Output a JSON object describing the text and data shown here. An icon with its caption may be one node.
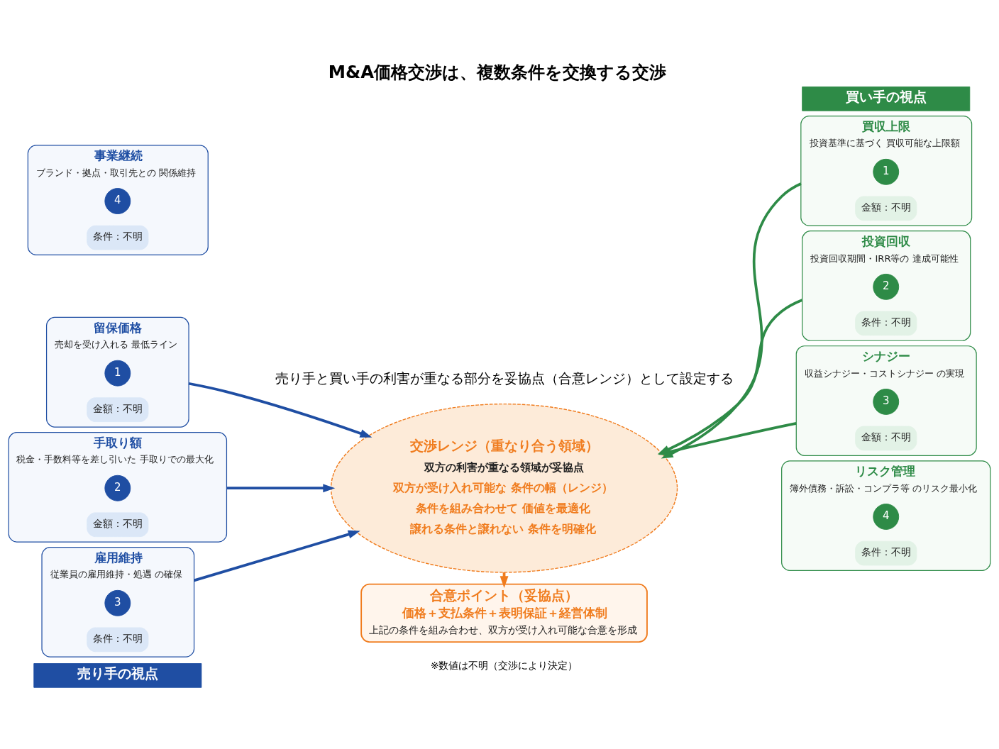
{
  "diagram": {
    "title": "M&A価格交渉は、複数条件を交換する交渉",
    "nodes": [
      {
        "text": [
          "売り手の視点"
        ]
      },
      {
        "text": [
          "買い手の視点"
        ]
      },
      {
        "text": [
          "留保価格",
          "売却を受け入れる 最低ライン"
        ]
      },
      {
        "text": [
          "1"
        ],
        "in": 2
      },
      {
        "text": [
          "金額：不明"
        ],
        "in": 2
      },
      {
        "text": [
          "手取り額",
          "税金・手数料等を差し引いた 手取りでの最大化"
        ]
      },
      {
        "text": [
          "2"
        ],
        "in": 5
      },
      {
        "text": [
          "金額：不明"
        ],
        "in": 5
      },
      {
        "text": [
          "雇用維持",
          "従業員の雇用維持・処遇 の確保"
        ]
      },
      {
        "text": [
          "3"
        ],
        "in": 8
      },
      {
        "text": [
          "条件：不明"
        ],
        "in": 8
      },
      {
        "text": [
          "事業継続",
          "ブランド・拠点・取引先との 関係維持"
        ]
      },
      {
        "text": [
          "4"
        ],
        "in": 11
      },
      {
        "text": [
          "条件：不明"
        ],
        "in": 11
      },
      {
        "text": [
          "交渉レンジ（重なり合う領域）",
          "双方の利害が重なる領域が妥協点",
          "双方が受け入れ可能な 条件の幅（レンジ）",
          "条件を組み合わせて 価値を最適化",
          "譲れる条件と譲れない 条件を明確化"
        ]
      },
      {
        "text": [
          "買収上限",
          "投資基準に基づく 買収可能な上限額"
        ]
      },
      {
        "text": [
          "1"
        ],
        "in": 15
      },
      {
        "text": [
          "金額：不明"
        ],
        "in": 15
      },
      {
        "text": [
          "投資回収",
          "投資回収期間・IRR等の 達成可能性"
        ]
      },
      {
        "text": [
          "2"
        ],
        "in": 18
      },
      {
        "text": [
          "条件：不明"
        ],
        "in": 18
      },
      {
        "text": [
          "シナジー",
          "収益シナジー・コストシナジー の実現"
        ]
      },
      {
        "text": [
          "3"
        ],
        "in": 21
      },
      {
        "text": [
          "金額：不明"
        ],
        "in": 21
      },
      {
        "text": [
          "リスク管理",
          "簿外債務・訴訟・コンプラ等 のリスク最小化"
        ]
      },
      {
        "text": [
          "4"
        ],
        "in": 24
      },
      {
        "text": [
          "条件：不明"
        ],
        "in": 24
      },
      {
        "text": [
          "合意ポイント（妥協点）",
          "価格＋支払条件＋表明保証＋経営体制",
          "上記の条件を組み合わせ、双方が受け入れ可能な合意を形成"
        ]
      }
    ],
    "edges": [
      {
        "from": 2,
        "to": 14,
        "arrow": "to",
        "color": "#1f4ea3"
      },
      {
        "from": 5,
        "to": 14,
        "arrow": "to",
        "color": "#1f4ea3"
      },
      {
        "from": 8,
        "to": 14,
        "arrow": "to",
        "color": "#1f4ea3"
      },
      {
        "from": 15,
        "to": 14,
        "arrow": "to",
        "color": "#2e8b47"
      },
      {
        "from": 18,
        "to": 14,
        "arrow": "to",
        "color": "#2e8b47"
      },
      {
        "from": 21,
        "to": 14,
        "arrow": "to",
        "color": "#2e8b47"
      },
      {
        "from": 14,
        "to": 27,
        "arrow": "to",
        "color": "#f07c1e"
      }
    ],
    "labels": [
      "売り手と買い手の利害が重なる部分を妥協点（合意レンジ）として設定する",
      "※数値は不明（交渉により決定）"
    ]
  }
}
